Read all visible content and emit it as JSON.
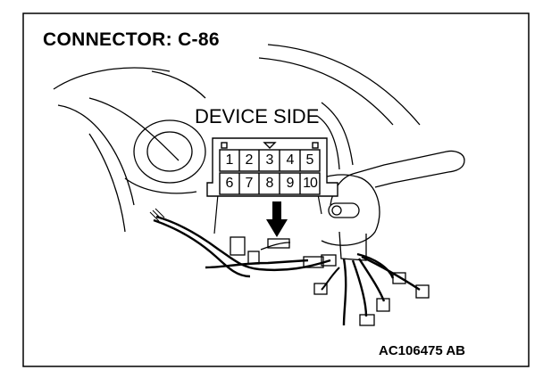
{
  "title": "CONNECTOR: C-86",
  "device_label": "DEVICE SIDE",
  "reference_code": "AC106475 AB",
  "connector": {
    "top_row": [
      "1",
      "2",
      "3",
      "4",
      "5"
    ],
    "bottom_row": [
      "6",
      "7",
      "8",
      "9",
      "10"
    ]
  }
}
